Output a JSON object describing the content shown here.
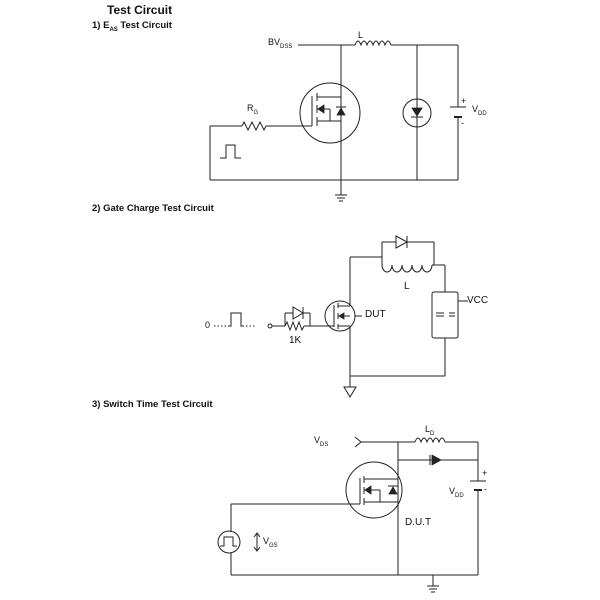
{
  "title": "Test Circuit",
  "sections": [
    {
      "heading": "1) E",
      "heading_sub": "AS",
      "heading_tail": " Test Circuit",
      "labels": {
        "bvdss": "BV",
        "bvdss_sub": "DSS",
        "l": "L",
        "rg": "R",
        "rg_sub": "G",
        "vdd": "V",
        "vdd_sub": "DD",
        "plus": "+",
        "minus": "-"
      }
    },
    {
      "heading": "2) Gate Charge Test Circuit",
      "labels": {
        "zero": "0",
        "r1k": "1K",
        "dut": "DUT",
        "l": "L",
        "vcc": "VCC"
      }
    },
    {
      "heading": "3) Switch Time Test Circuit",
      "labels": {
        "vds": "V",
        "vds_sub": "DS",
        "ld": "L",
        "ld_sub": "D",
        "vdd": "V",
        "vdd_sub": "DD",
        "plus": "+",
        "minus": "-",
        "dut": "D.U.T",
        "vgs": "V",
        "vgs_sub": "GS"
      }
    }
  ]
}
